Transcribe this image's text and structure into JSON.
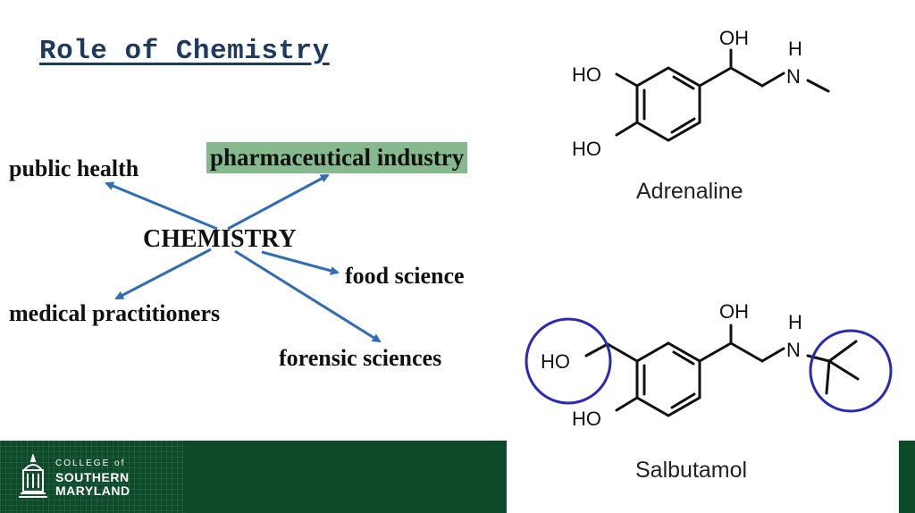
{
  "slide": {
    "title": "Role of Chemistry",
    "diagram": {
      "center": "CHEMISTRY",
      "branches": [
        "public health",
        "pharmaceutical industry",
        "food science",
        "medical practitioners",
        "forensic sciences"
      ],
      "highlight_color": "#86b98e",
      "arrow_color": "#2f6db5"
    },
    "molecules": {
      "adrenaline": {
        "name": "Adrenaline",
        "atoms": {
          "oh_top": "OH",
          "ho_1": "HO",
          "ho_2": "HO",
          "nh_h": "H",
          "nh_n": "N"
        }
      },
      "salbutamol": {
        "name": "Salbutamol",
        "atoms": {
          "oh_top": "OH",
          "ho_1": "HO",
          "ho_2": "HO",
          "nh_h": "H",
          "nh_n": "N"
        },
        "circle_color": "#2a2ab8"
      }
    },
    "footer": {
      "logo_line1": "COLLEGE of",
      "logo_line2": "SOUTHERN",
      "logo_line3": "MARYLAND",
      "band_color": "#0d4a2a"
    }
  }
}
